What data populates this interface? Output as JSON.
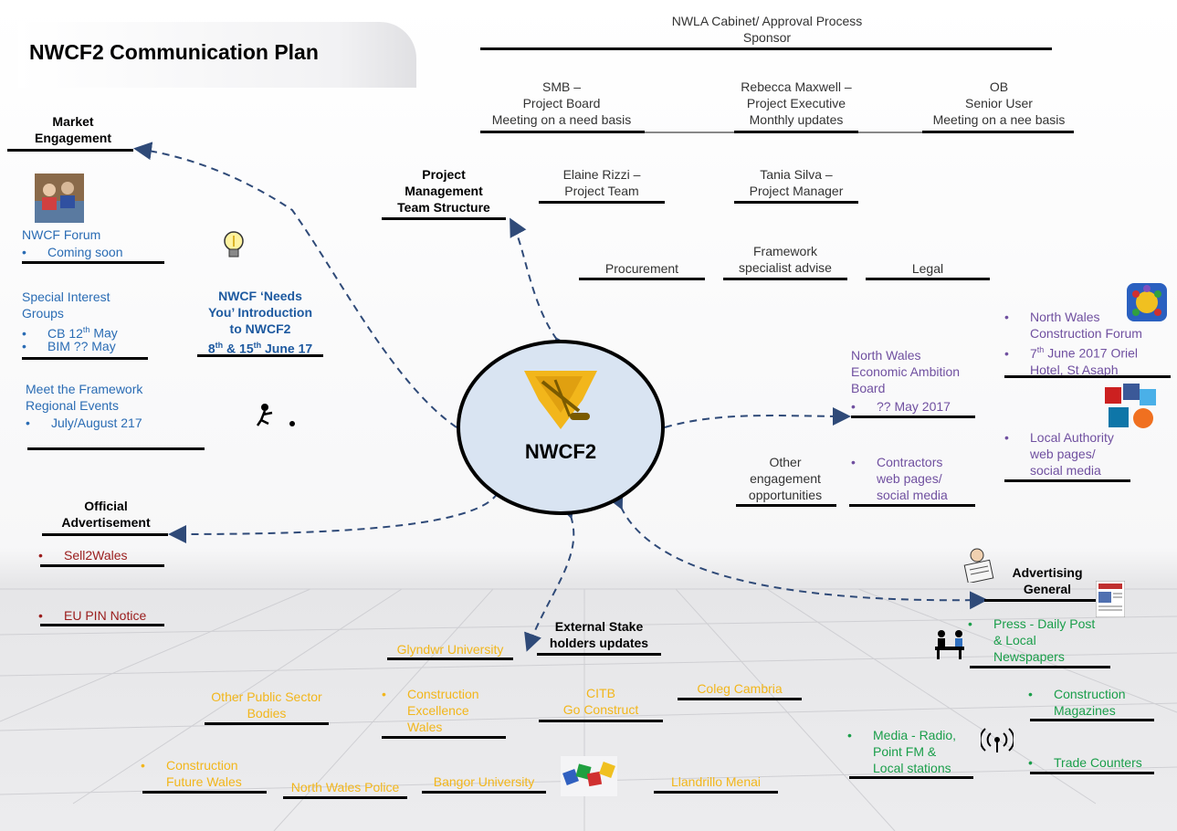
{
  "title": "NWCF2 Communication Plan",
  "center": "NWCF2",
  "governance": {
    "cabinet": [
      "NWLA Cabinet/ Approval Process",
      "Sponsor"
    ],
    "smb": [
      "SMB –",
      "Project Board",
      "Meeting on a need basis"
    ],
    "rebecca": [
      "Rebecca Maxwell –",
      "Project Executive",
      "Monthly updates"
    ],
    "ob": [
      "OB",
      "Senior User",
      "Meeting on a nee basis"
    ],
    "pm_heading": [
      "Project",
      "Management",
      "Team Structure"
    ],
    "elaine": [
      "Elaine Rizzi –",
      "Project Team"
    ],
    "tania": [
      "Tania Silva –",
      "Project Manager"
    ],
    "procurement": "Procurement",
    "framework": [
      "Framework",
      "specialist advise"
    ],
    "legal": "Legal"
  },
  "market": {
    "heading": [
      "Market",
      "Engagement"
    ],
    "forum": "NWCF Forum",
    "forum_item": "Coming soon",
    "sig": [
      "Special Interest",
      "Groups"
    ],
    "sig_item1_pre": "CB 12",
    "sig_item1_sup": "th",
    "sig_item1_post": " May",
    "sig_item2": "BIM ?? May",
    "needs": [
      "NWCF ‘Needs",
      "You’ Introduction",
      "to NWCF2"
    ],
    "needs_date_a": "8",
    "needs_sup_a": "th",
    "needs_date_b": " & 15",
    "needs_sup_b": "th",
    "needs_date_c": " June 17",
    "meet": [
      "Meet the Framework",
      "Regional Events"
    ],
    "meet_item": "July/August 217"
  },
  "official": {
    "heading": [
      "Official",
      "Advertisement"
    ],
    "sell2wales": "Sell2Wales",
    "eu_pin": "EU PIN Notice"
  },
  "right": {
    "nwcf_forum": [
      "North Wales",
      "Construction Forum"
    ],
    "date_pre": "7",
    "date_sup": "th",
    "date_post": " June 2017 Oriel",
    "hotel": "Hotel, St Asaph",
    "ambition": [
      "North Wales",
      "Economic Ambition",
      "Board"
    ],
    "ambition_item": "?? May 2017",
    "local_auth": [
      "Local Authority",
      "web pages/",
      "social media"
    ],
    "other": [
      "Other",
      "engagement",
      "opportunities"
    ],
    "contractors": [
      "Contractors",
      "web pages/",
      "social media"
    ]
  },
  "advertising": {
    "heading": [
      "Advertising",
      "General"
    ],
    "press": [
      "Press - Daily Post",
      "& Local",
      "Newspapers"
    ],
    "magazines": [
      "Construction",
      "Magazines"
    ],
    "media": [
      "Media - Radio,",
      "Point FM &",
      "Local stations"
    ],
    "trade": "Trade Counters"
  },
  "external": {
    "heading": [
      "External Stake",
      "holders updates"
    ],
    "glyndwr": "Glyndwr University",
    "other_public": [
      "Other Public Sector",
      "Bodies"
    ],
    "excellence": [
      "Construction",
      "Excellence",
      "Wales"
    ],
    "citb": [
      "CITB",
      "Go Construct"
    ],
    "coleg": "Coleg Cambria",
    "future_wales": [
      "Construction",
      "Future Wales"
    ],
    "police": "North Wales Police",
    "bangor": "Bangor University",
    "llandrillo": "Llandrillo Menai"
  },
  "colors": {
    "blue": "#2a6cb4",
    "purple": "#7050a0",
    "green": "#1a9e4a",
    "yellow": "#f2b61b",
    "red": "#9a1c1c",
    "ellipse_fill": "#d9e4f2",
    "arrow": "#2f4a78"
  },
  "icons": [
    "meeting-photo-icon",
    "lightbulb-icon",
    "bowling-icon",
    "network-people-icon",
    "social-media-icon",
    "newspaper-reader-icon",
    "newspaper-icon",
    "office-desk-icon",
    "radio-signal-icon",
    "puzzle-people-icon",
    "crane-logo-icon"
  ]
}
